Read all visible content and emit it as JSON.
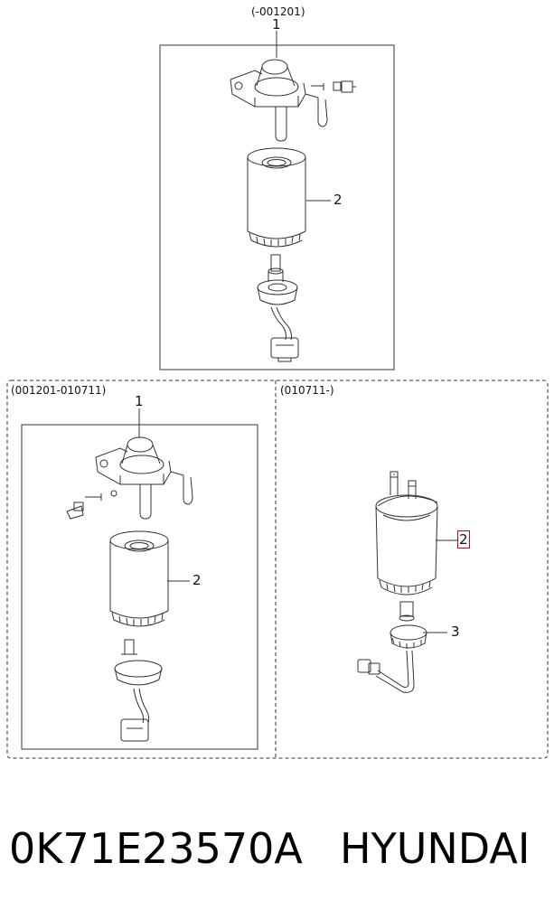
{
  "diagram": {
    "sections": [
      {
        "range": "(-001201)",
        "callouts": [
          "1",
          "2"
        ]
      },
      {
        "range": "(001201-010711)",
        "callouts": [
          "1",
          "2"
        ]
      },
      {
        "range": "(010711-)",
        "callouts": [
          "2",
          "3"
        ]
      }
    ]
  },
  "footer": {
    "part_number": "0K71E23570A",
    "brand": "HYUNDAI"
  },
  "colors": {
    "line": "#333333",
    "highlight": "#d0021b"
  }
}
